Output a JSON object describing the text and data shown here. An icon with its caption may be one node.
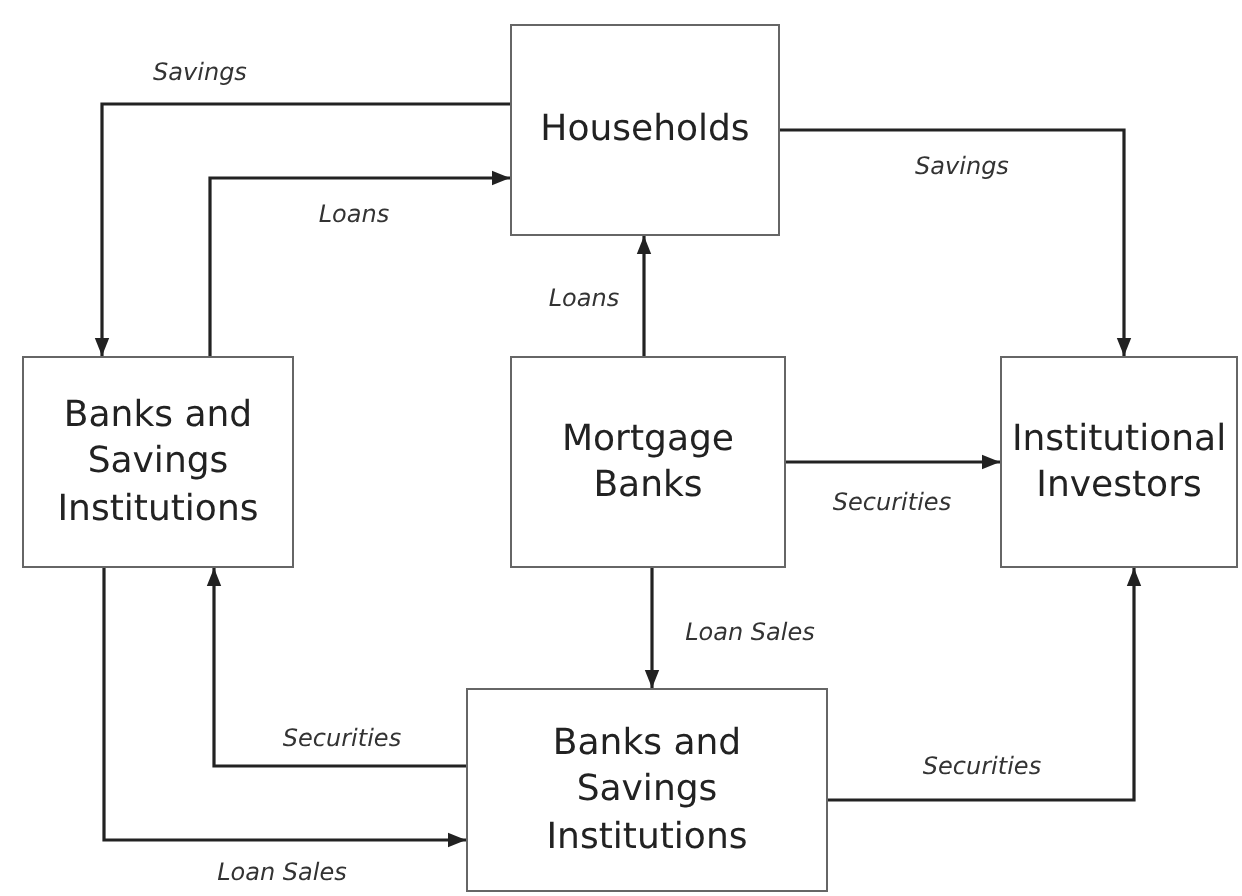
{
  "diagram": {
    "nodes": [
      {
        "text": [
          "Households"
        ]
      },
      {
        "text": [
          "Banks and Savings Institutions"
        ]
      },
      {
        "text": [
          "Mortgage Banks"
        ]
      },
      {
        "text": [
          "Institutional Investors"
        ]
      },
      {
        "text": [
          "Banks and Savings Institutions"
        ]
      }
    ],
    "edges": [
      {
        "from": 0,
        "to": 1,
        "arrow": "to",
        "label": "Savings"
      },
      {
        "from": 1,
        "to": 0,
        "arrow": "to",
        "label": "Loans"
      },
      {
        "from": 0,
        "to": 3,
        "arrow": "to",
        "label": "Savings"
      },
      {
        "from": 2,
        "to": 0,
        "arrow": "to",
        "label": "Loans"
      },
      {
        "from": 2,
        "to": 3,
        "arrow": "to",
        "label": "Securities"
      },
      {
        "from": 2,
        "to": 4,
        "arrow": "to",
        "label": "Loan Sales"
      },
      {
        "from": 4,
        "to": 1,
        "arrow": "to",
        "label": "Securities"
      },
      {
        "from": 1,
        "to": 4,
        "arrow": "to",
        "label": "Loan Sales"
      },
      {
        "from": 4,
        "to": 3,
        "arrow": "to",
        "label": "Securities"
      }
    ]
  }
}
